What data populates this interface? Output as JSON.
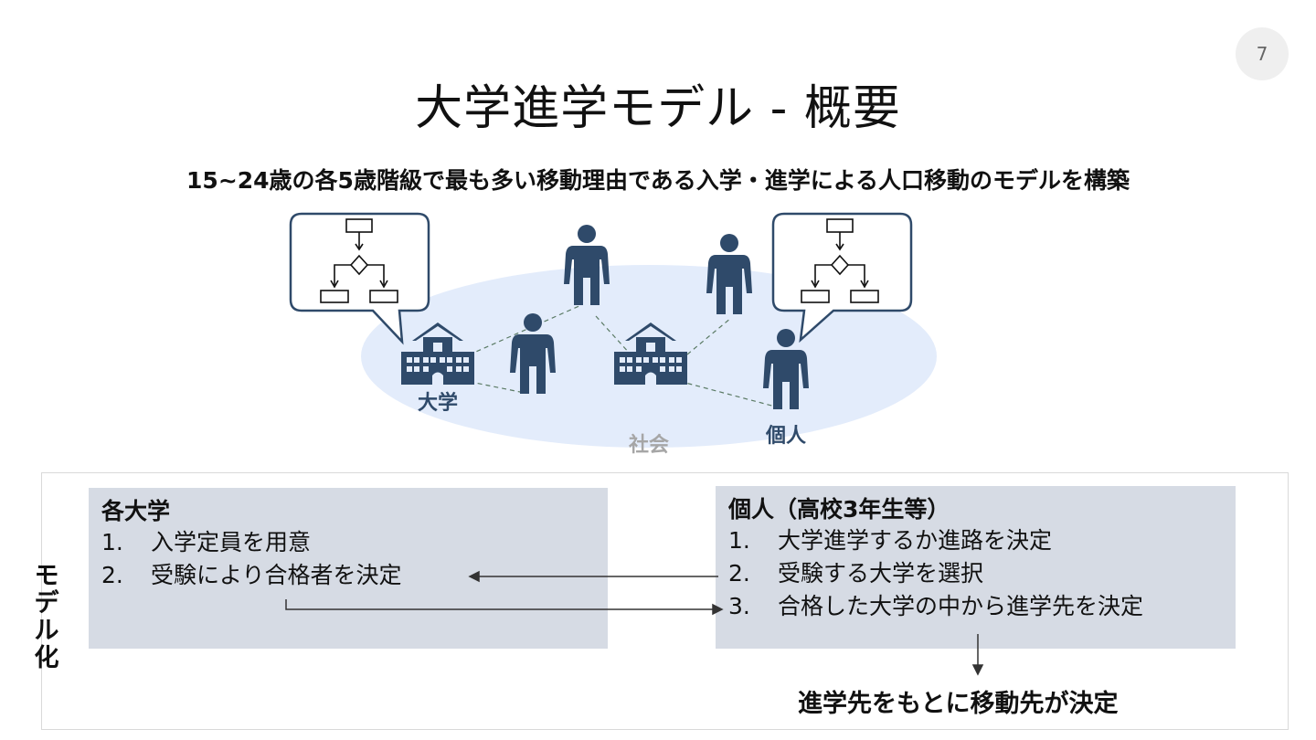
{
  "page_number": "7",
  "title": "大学進学モデル - 概要",
  "subtitle": "15~24歳の各5歳階級で最も多い移動理由である入学・進学による人口移動のモデルを構築",
  "illustration": {
    "university_label": "大学",
    "society_label": "社会",
    "individual_label": "個人",
    "colors": {
      "icon": "#2f4a6a",
      "society": "#e3ecfb",
      "bubble_border": "#2f4a6a"
    }
  },
  "model": {
    "side_label": "モデル化",
    "university": {
      "title": "各大学",
      "items": [
        {
          "num": "1.",
          "text": "入学定員を用意"
        },
        {
          "num": "2.",
          "text": "受験により合格者を決定"
        }
      ]
    },
    "individual": {
      "title": "個人（高校3年生等）",
      "items": [
        {
          "num": "1.",
          "text": "大学進学するか進路を決定"
        },
        {
          "num": "2.",
          "text": "受験する大学を選択"
        },
        {
          "num": "3.",
          "text": "合格した大学の中から進学先を決定"
        }
      ]
    },
    "conclusion": "進学先をもとに移動先が決定"
  }
}
